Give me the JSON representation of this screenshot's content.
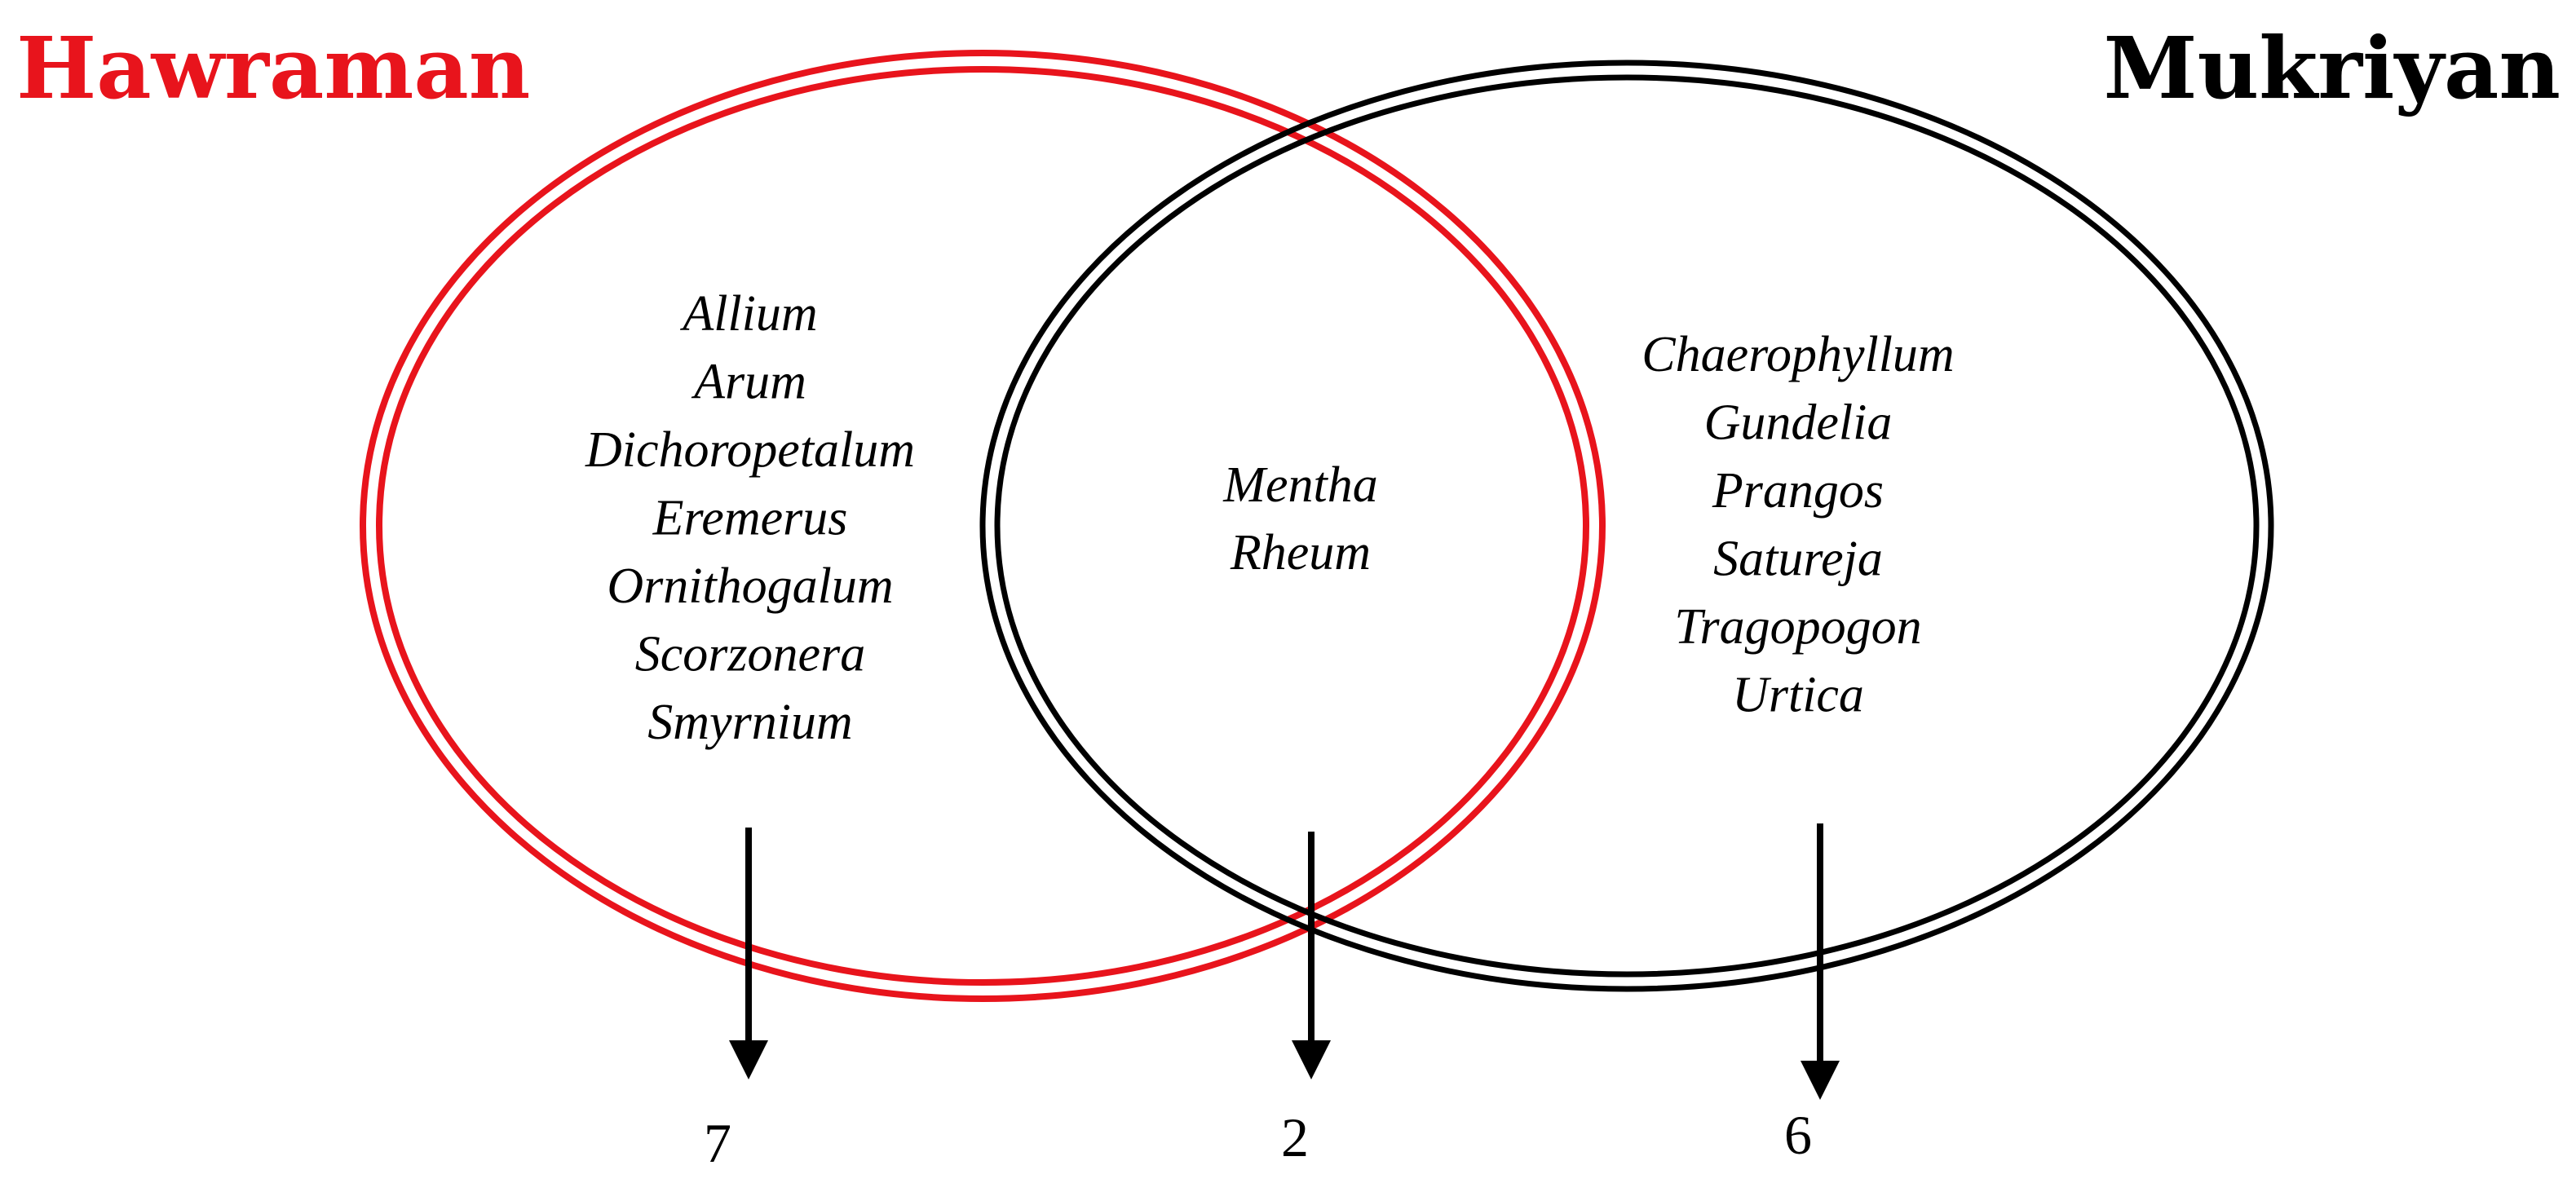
{
  "diagram": {
    "sets": [
      {
        "id": "hawraman",
        "label": "Hawraman",
        "color": "#e8141c",
        "exclusive_items": [
          "Allium",
          "Arum",
          "Dichoropetalum",
          "Eremerus",
          "Ornithogalum",
          "Scorzonera",
          "Smyrnium"
        ],
        "exclusive_count": "7"
      },
      {
        "id": "mukriyan",
        "label": "Mukriyan",
        "color": "#000000",
        "exclusive_items": [
          "Chaerophyllum",
          "Gundelia",
          "Prangos",
          "Satureja",
          "Tragopogon",
          "Urtica"
        ],
        "exclusive_count": "6"
      }
    ],
    "intersection": {
      "items": [
        "Mentha",
        "Rheum"
      ],
      "count": "2"
    },
    "arrow_color": "#000000"
  }
}
